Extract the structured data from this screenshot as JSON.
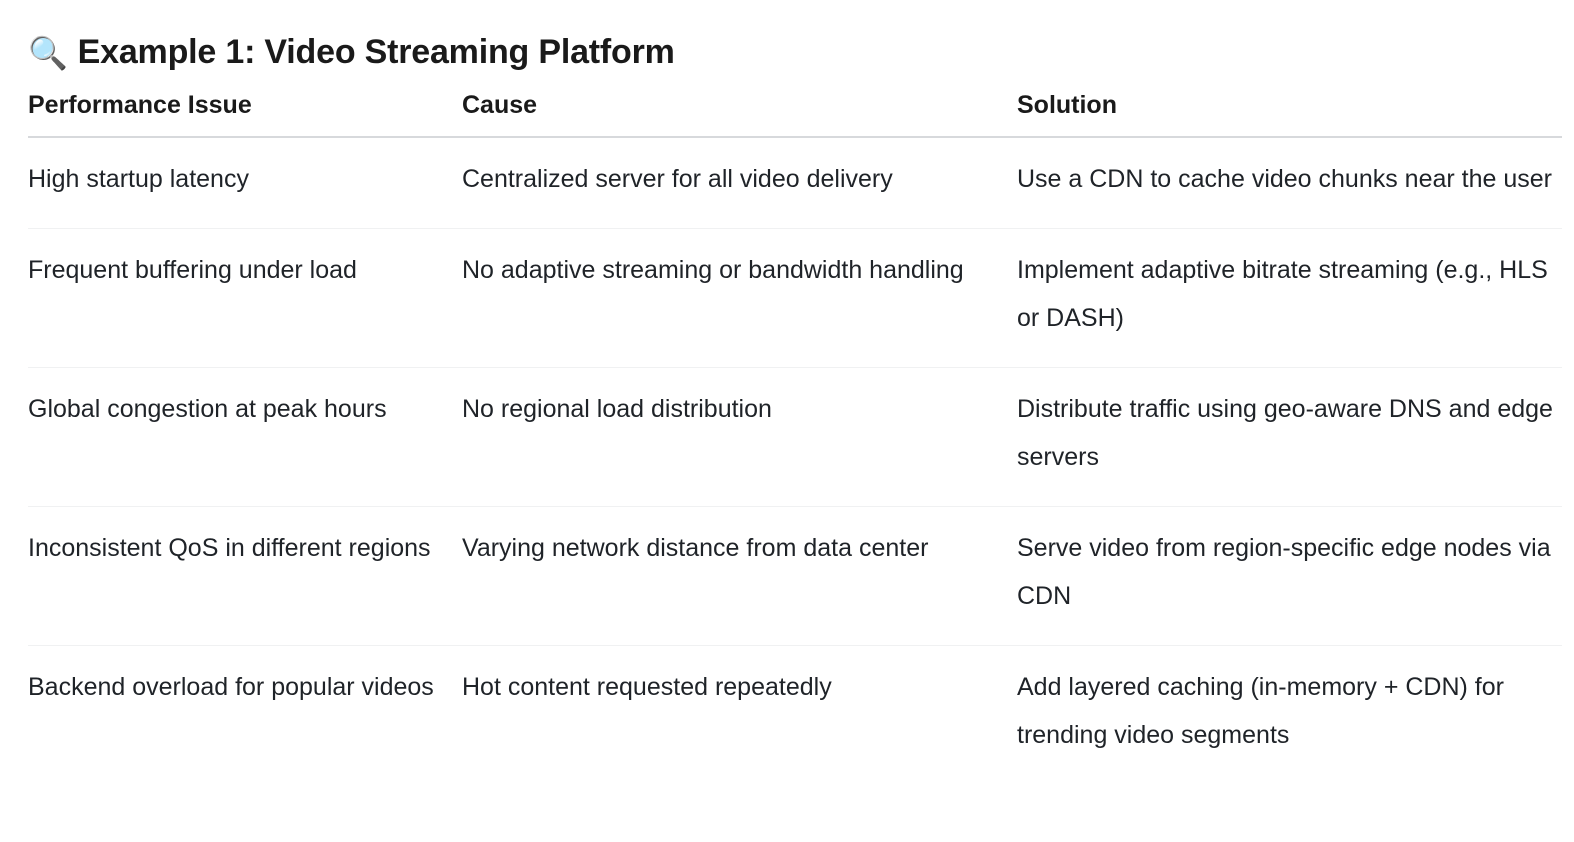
{
  "header": {
    "icon": "magnifying-glass-icon",
    "icon_glyph": "🔍",
    "title": "Example 1: Video Streaming Platform"
  },
  "colors": {
    "title_text": "#1a1a1a",
    "body_text": "#1f2328",
    "header_rule": "#d7d9dc",
    "row_rule": "#f0f1f2",
    "background": "#ffffff"
  },
  "table": {
    "columns": [
      {
        "key": "issue",
        "label": "Performance Issue"
      },
      {
        "key": "cause",
        "label": "Cause"
      },
      {
        "key": "solution",
        "label": "Solution"
      }
    ],
    "rows": [
      {
        "issue": "High startup latency",
        "cause": "Centralized server for all video delivery",
        "solution": "Use a CDN to cache video chunks near the user"
      },
      {
        "issue": "Frequent buffering under load",
        "cause": "No adaptive streaming or bandwidth handling",
        "solution": "Implement adaptive bitrate streaming (e.g., HLS or DASH)"
      },
      {
        "issue": "Global congestion at peak hours",
        "cause": "No regional load distribution",
        "solution": "Distribute traffic using geo-aware DNS and edge servers"
      },
      {
        "issue": "Inconsistent QoS in different regions",
        "cause": "Varying network distance from data center",
        "solution": "Serve video from region-specific edge nodes via CDN"
      },
      {
        "issue": "Backend overload for popular videos",
        "cause": "Hot content requested repeatedly",
        "solution": "Add layered caching (in-memory + CDN) for trending video segments"
      }
    ]
  }
}
